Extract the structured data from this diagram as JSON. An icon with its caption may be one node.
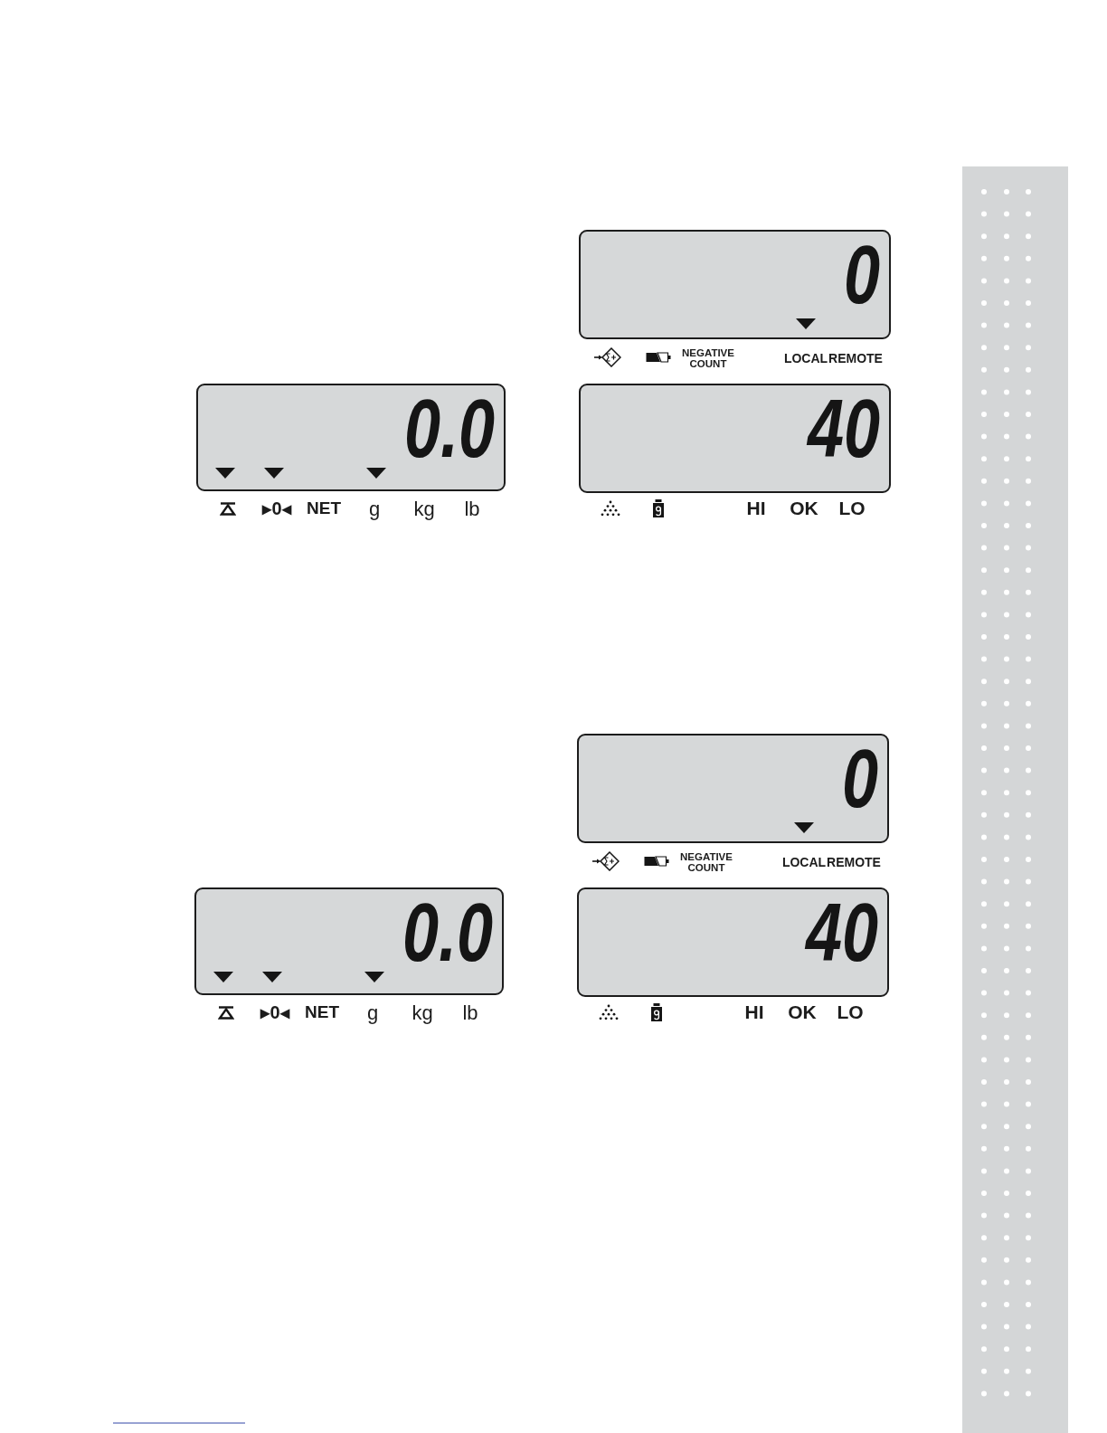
{
  "diagram": {
    "nodes": [
      {
        "text": [
          "0"
        ],
        "beside": [
          "NEGATIVE COUNT",
          "LOCAL",
          "REMOTE"
        ]
      },
      {
        "text": [
          "0.0"
        ],
        "beside": [
          "▸0◂",
          "NET",
          "g",
          "kg",
          "lb"
        ]
      },
      {
        "text": [
          "40"
        ],
        "beside": [
          "HI",
          "OK",
          "LO"
        ]
      },
      {
        "text": [
          "0"
        ],
        "beside": [
          "NEGATIVE COUNT",
          "LOCAL",
          "REMOTE"
        ]
      },
      {
        "text": [
          "0.0"
        ],
        "beside": [
          "▸0◂",
          "NET",
          "g",
          "kg",
          "lb"
        ]
      },
      {
        "text": [
          "40"
        ],
        "beside": [
          "HI",
          "OK",
          "LO"
        ]
      }
    ]
  }
}
